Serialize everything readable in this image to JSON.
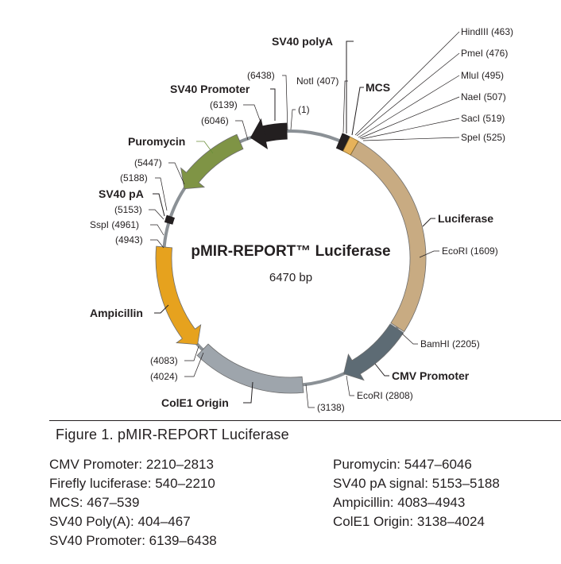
{
  "plasmid": {
    "name": "pMIR-REPORT™ Luciferase",
    "size_label": "6470 bp",
    "total_bp": 6470,
    "colors": {
      "backbone": "#8b9196",
      "luciferase": "#c8ab82",
      "cmv_promoter": "#5d6b74",
      "colE1": "#9ea5ac",
      "ampicillin": "#e6a21e",
      "puromycin": "#7f9445",
      "sv40_promoter": "#231f20",
      "sv40_polya": "#231f20",
      "mcs": "#e6b25a"
    },
    "features": [
      {
        "id": "luciferase",
        "label": "Luciferase",
        "start": 540,
        "end": 2210,
        "kind": "block"
      },
      {
        "id": "cmv-promoter",
        "label": "CMV Promoter",
        "start": 2210,
        "end": 2813,
        "kind": "arrow-cw"
      },
      {
        "id": "cole1-origin",
        "label": "ColE1 Origin",
        "start": 3138,
        "end": 4024,
        "kind": "block"
      },
      {
        "id": "ampicillin",
        "label": "Ampicillin",
        "start": 4083,
        "end": 4943,
        "kind": "arrow-ccw"
      },
      {
        "id": "sv40-pa",
        "label": "SV40 pA",
        "start": 5153,
        "end": 5188,
        "kind": "tick"
      },
      {
        "id": "puromycin",
        "label": "Puromycin",
        "start": 5447,
        "end": 6046,
        "kind": "arrow-ccw"
      },
      {
        "id": "sv40-promoter",
        "label": "SV40 Promoter",
        "start": 6139,
        "end": 6438,
        "kind": "arrow-ccw"
      },
      {
        "id": "sv40-polya",
        "label": "SV40 polyA",
        "start": 404,
        "end": 467,
        "kind": "tick"
      },
      {
        "id": "mcs",
        "label": "MCS",
        "start": 467,
        "end": 539,
        "kind": "block"
      }
    ],
    "site_labels": {
      "hindiii": "HindIII (463)",
      "pmei": "PmeI (476)",
      "mlui": "MluI (495)",
      "naei": "NaeI (507)",
      "saci": "SacI (519)",
      "spei": "SpeI (525)",
      "noti": "NotI (407)",
      "pos_6438": "(6438)",
      "pos_1": "(1)",
      "pos_6139": "(6139)",
      "pos_6046": "(6046)",
      "pos_5447": "(5447)",
      "pos_5188": "(5188)",
      "pos_5153": "(5153)",
      "sspi": "SspI (4961)",
      "pos_4943": "(4943)",
      "ecori_1609": "EcoRI (1609)",
      "bamhi": "BamHI (2205)",
      "ecori_2808": "EcoRI (2808)",
      "pos_3138": "(3138)",
      "pos_4083": "(4083)",
      "pos_4024": "(4024)"
    }
  },
  "caption": "Figure 1.  pMIR-REPORT Luciferase",
  "legend": {
    "left": [
      "CMV Promoter: 2210–2813",
      "Firefly luciferase: 540–2210",
      "MCS: 467–539",
      "SV40 Poly(A): 404–467",
      "SV40 Promoter: 6139–6438"
    ],
    "right": [
      "Puromycin: 5447–6046",
      "SV40 pA signal: 5153–5188",
      "Ampicillin: 4083–4943",
      "ColE1 Origin: 3138–4024"
    ]
  }
}
